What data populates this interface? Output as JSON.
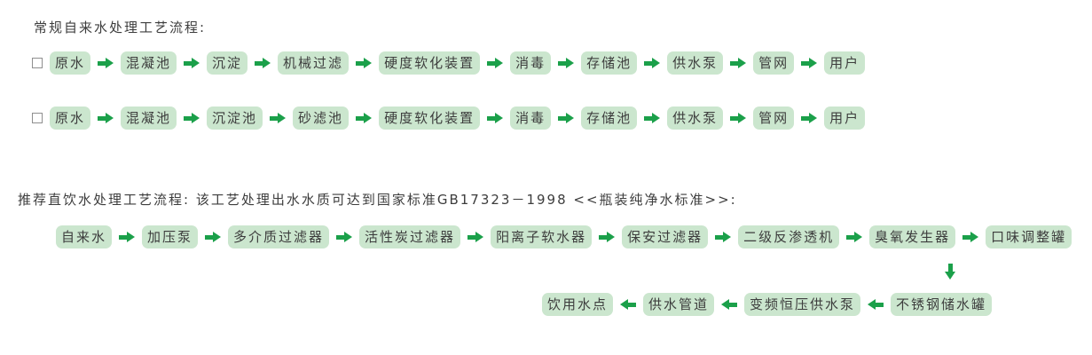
{
  "colors": {
    "background": "#ffffff",
    "box_bg": "#cbe6ce",
    "box_text": "#3d3d3d",
    "arrow": "#1ba04a",
    "title_text": "#3d3d3d",
    "checkbox_border": "#8f8f8f"
  },
  "section1": {
    "title": "常规自来水处理工艺流程:",
    "flows": [
      {
        "steps": [
          "原水",
          "混凝池",
          "沉淀",
          "机械过滤",
          "硬度软化装置",
          "消毒",
          "存储池",
          "供水泵",
          "管网",
          "用户"
        ]
      },
      {
        "steps": [
          "原水",
          "混凝池",
          "沉淀池",
          "砂滤池",
          "硬度软化装置",
          "消毒",
          "存储池",
          "供水泵",
          "管网",
          "用户"
        ]
      }
    ]
  },
  "section2": {
    "title": "推荐直饮水处理工艺流程: 该工艺处理出水水质可达到国家标准GB17323－1998 <<瓶装纯净水标准>>:",
    "forward_flow": {
      "steps": [
        "自来水",
        "加压泵",
        "多介质过滤器",
        "活性炭过滤器",
        "阳离子软水器",
        "保安过滤器",
        "二级反渗透机",
        "臭氧发生器",
        "口味调整罐"
      ]
    },
    "return_flow": {
      "steps": [
        "饮用水点",
        "供水管道",
        "变频恒压供水泵",
        "不锈钢储水罐"
      ]
    }
  }
}
